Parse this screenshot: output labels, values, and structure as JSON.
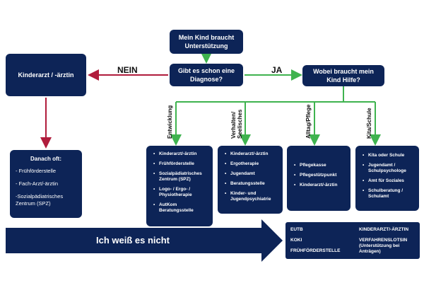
{
  "start": {
    "line1": "Mein Kind braucht",
    "line2": "Unterstützung"
  },
  "question1": {
    "line1": "Gibt es schon eine",
    "line2": "Diagnose?"
  },
  "question2": {
    "line1": "Wobei braucht mein",
    "line2": "Kind Hilfe?"
  },
  "doctor": {
    "label": "Kinderarzt / -ärztin"
  },
  "edges": {
    "no": "NEIN",
    "yes": "JA"
  },
  "danach": {
    "title": "Danach oft:",
    "items": [
      "- Frühförderstelle",
      "- Fach-Arzt/-ärztin",
      "-Sozialpädiatrisches",
      "Zentrum (SPZ)"
    ]
  },
  "categories": [
    {
      "label_lines": [
        "Entwicklung"
      ],
      "items": [
        "Kinderarzt/-ärztin",
        "Frühförderstelle",
        "Sozialpädiatrisches Zentrum (SPZ)",
        "Logo- / Ergo- / Physiotherapie",
        "AutKom Beratungsstelle"
      ]
    },
    {
      "label_lines": [
        "Verhalten/",
        "Seelisches"
      ],
      "items": [
        "Kinderarzt/-ärztin",
        "Ergotherapie",
        "Jugendamt",
        "Beratungsstelle",
        "Kinder- und Jugendpsychiatrie"
      ]
    },
    {
      "label_lines": [
        "Alltag/Pflege"
      ],
      "items": [
        "Pflegekasse",
        "Pflegestützpunkt",
        "Kinderarzt/-ärztin"
      ]
    },
    {
      "label_lines": [
        "Kita/Schule"
      ],
      "items": [
        "Kita oder Schule",
        "Jugendamt / Schulpsychologe",
        "Amt für Soziales",
        "Schulberatung / Schulamt"
      ]
    }
  ],
  "unknown": {
    "label": "Ich weiß es nicht"
  },
  "info_panel": {
    "left": [
      "EUTB",
      "KOKI",
      "FRÜHFÖRDERSTELLE"
    ],
    "right": [
      "KINDERARZT/-ÄRZTIN",
      "VERFAHRENSLOTSIN",
      "(Unterstützung bei Anträgen)"
    ]
  },
  "colors": {
    "navy": "#0d2457",
    "no_line": "#b01c3c",
    "yes_line": "#3fb34f"
  }
}
